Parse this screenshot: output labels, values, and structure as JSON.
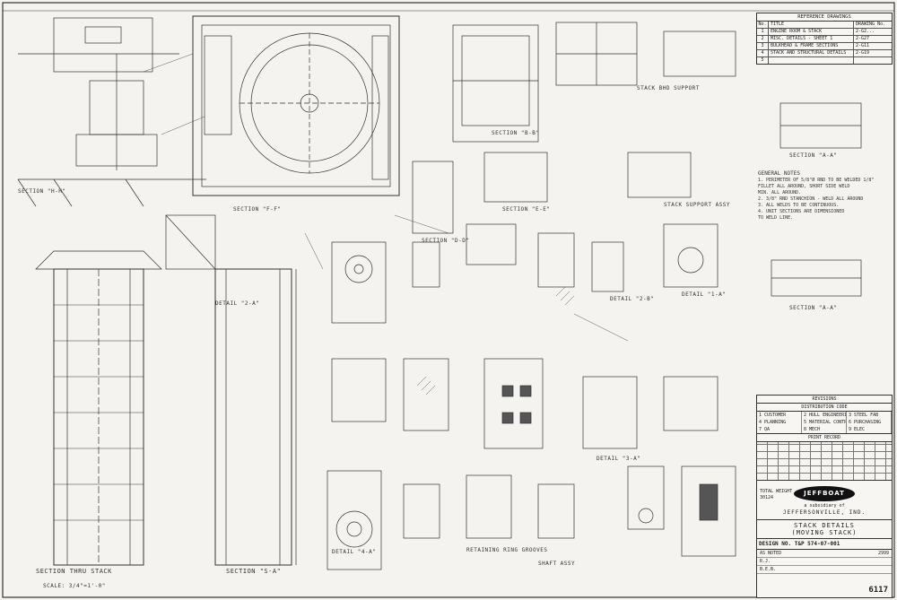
{
  "reference": {
    "title": "REFERENCE DRAWINGS",
    "header": [
      "No.",
      "TITLE",
      "DRAWING No."
    ],
    "rows": [
      [
        "1",
        "ENGINE ROOM & STACK",
        "2-G2..."
      ],
      [
        "2",
        "MISC. DETAILS - SHEET 1",
        "2-G27"
      ],
      [
        "3",
        "BULKHEAD & FRAME SECTIONS",
        "2-G11"
      ],
      [
        "4",
        "STACK AND STRUCTURAL DETAILS",
        "2-G19"
      ],
      [
        "5",
        "",
        ""
      ]
    ]
  },
  "notes": {
    "title": "GENERAL NOTES",
    "items": [
      "1. PERIMETER OF 5/8\"Ø RND TO BE WELDED 1/8\"",
      "FILLET ALL AROUND, SHORT SIDE WELD",
      "MIN. ALL AROUND.",
      "2. 3/8\" RND STANCHION - WELD ALL AROUND",
      "3. ALL WELDS TO BE CONTINUOUS.",
      "4. UNIT SECTIONS ARE DIMENSIONED",
      "TO WELD LINE."
    ]
  },
  "titleblock": {
    "revisions": "REVISIONS",
    "distribution": "DISTRIBUTION CODE",
    "dist_items": [
      "1 CUSTOMER",
      "2 HULL ENGINEERING",
      "3 STEEL FAB",
      "4 PLANNING",
      "5 MATERIAL CONTROL",
      "6 PURCHASING",
      "7 QA",
      "8 MECH",
      "9 ELEC"
    ],
    "print_record": "PRINT RECORD",
    "logo": "JEFFBOAT",
    "subsidiary": "a subsidiary of",
    "company": "JEFFERSONVILLE, IND.",
    "drawing_title_1": "STACK DETAILS",
    "drawing_title_2": "(MOVING STACK)",
    "design_no": "DESIGN NO. T&P 574-07-001",
    "scale": "AS NOTED",
    "drawn_by": "R.J.",
    "checked_by": "B.E.B.",
    "hull": "2999",
    "sheet_no": "6117",
    "total": "TOTAL WEIGHT",
    "weight": "30124"
  },
  "labels": {
    "top_pillar": "SECTION \"A-A\"",
    "section_aa": "SECTION \"A-A\"",
    "section_bb": "SECTION \"B-B\"",
    "section_dd": "SECTION \"D-D\"",
    "section_ee": "SECTION \"E-E\"",
    "section_ff": "SECTION \"F-F\"",
    "section_hh": "SECTION \"H-H\"",
    "section_thru": "SECTION THRU STACK",
    "section_sa": "SECTION \"S-A\"",
    "detail_1": "DETAIL \"1-A\"",
    "detail_2a": "DETAIL \"2-A\"",
    "detail_2b": "DETAIL \"2-B\"",
    "detail_3": "DETAIL \"3-A\"",
    "detail_4": "DETAIL \"4-A\"",
    "stack_sub": "STACK SUPPORT ASSY",
    "stack_bhd": "STACK BHD SUPPORT",
    "retaining": "RETAINING RING GROOVES",
    "shaft": "SHAFT ASSY",
    "scale_note": "SCALE: 3/4\"=1'-0\""
  }
}
